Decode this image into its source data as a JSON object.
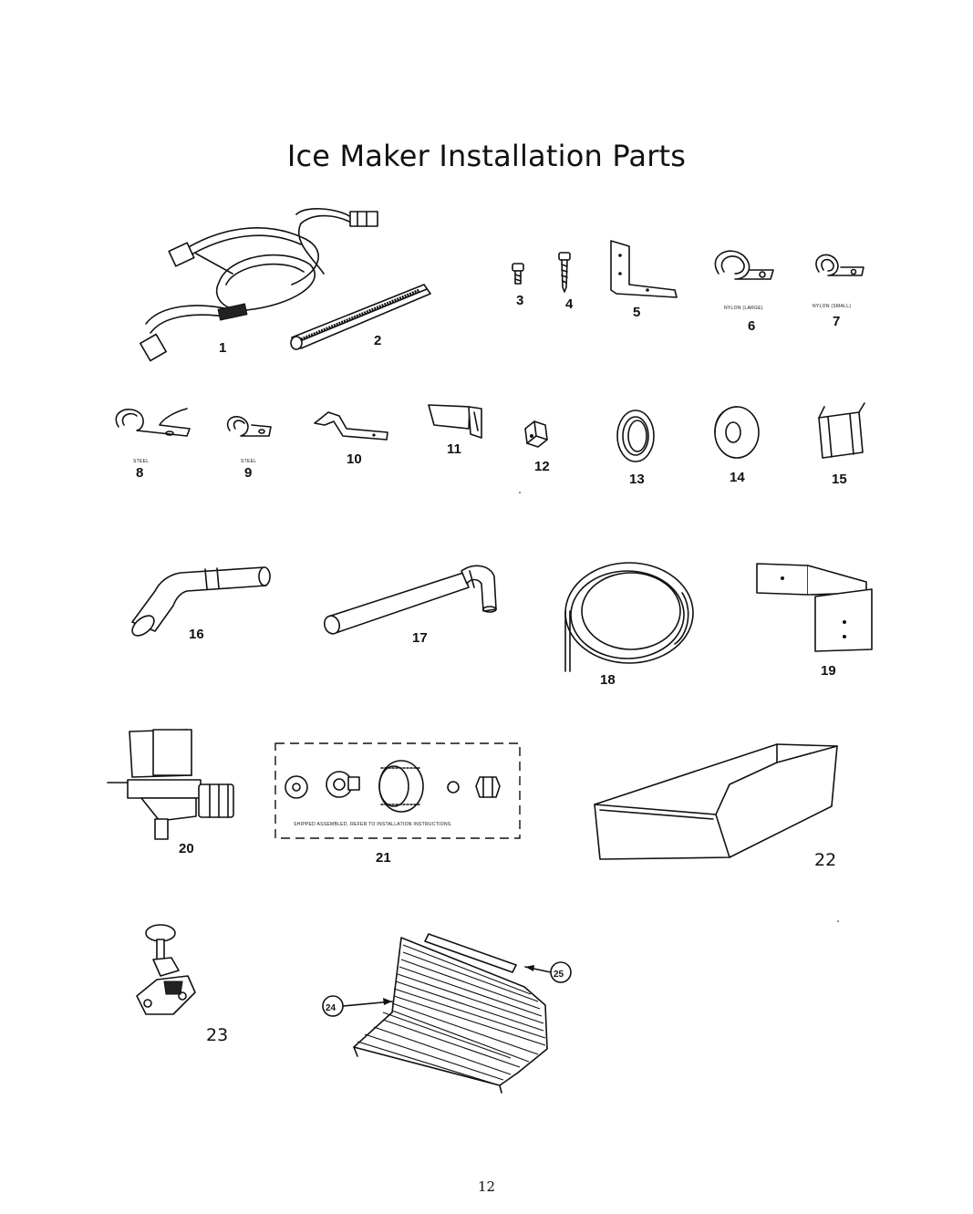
{
  "page": {
    "title": "Ice Maker Installation Parts",
    "page_number": "12"
  },
  "parts": {
    "p1": "1",
    "p2": "2",
    "p3": "3",
    "p4": "4",
    "p5": "5",
    "p6": "6",
    "p6_note": "NYLON (LARGE)",
    "p7": "7",
    "p7_note": "NYLON (SMALL)",
    "p8": "8",
    "p8_note": "STEEL",
    "p9": "9",
    "p9_note": "STEEL",
    "p10": "10",
    "p11": "11",
    "p12": "12",
    "p13": "13",
    "p14": "14",
    "p15": "15",
    "p16": "16",
    "p17": "17",
    "p18": "18",
    "p19": "19",
    "p20": "20",
    "p21": "21",
    "p21_note": "SHIPPED ASSEMBLED, REFER TO INSTALLATION INSTRUCTIONS",
    "p22": "22",
    "p23": "23",
    "p24": "24",
    "p25": "25"
  }
}
